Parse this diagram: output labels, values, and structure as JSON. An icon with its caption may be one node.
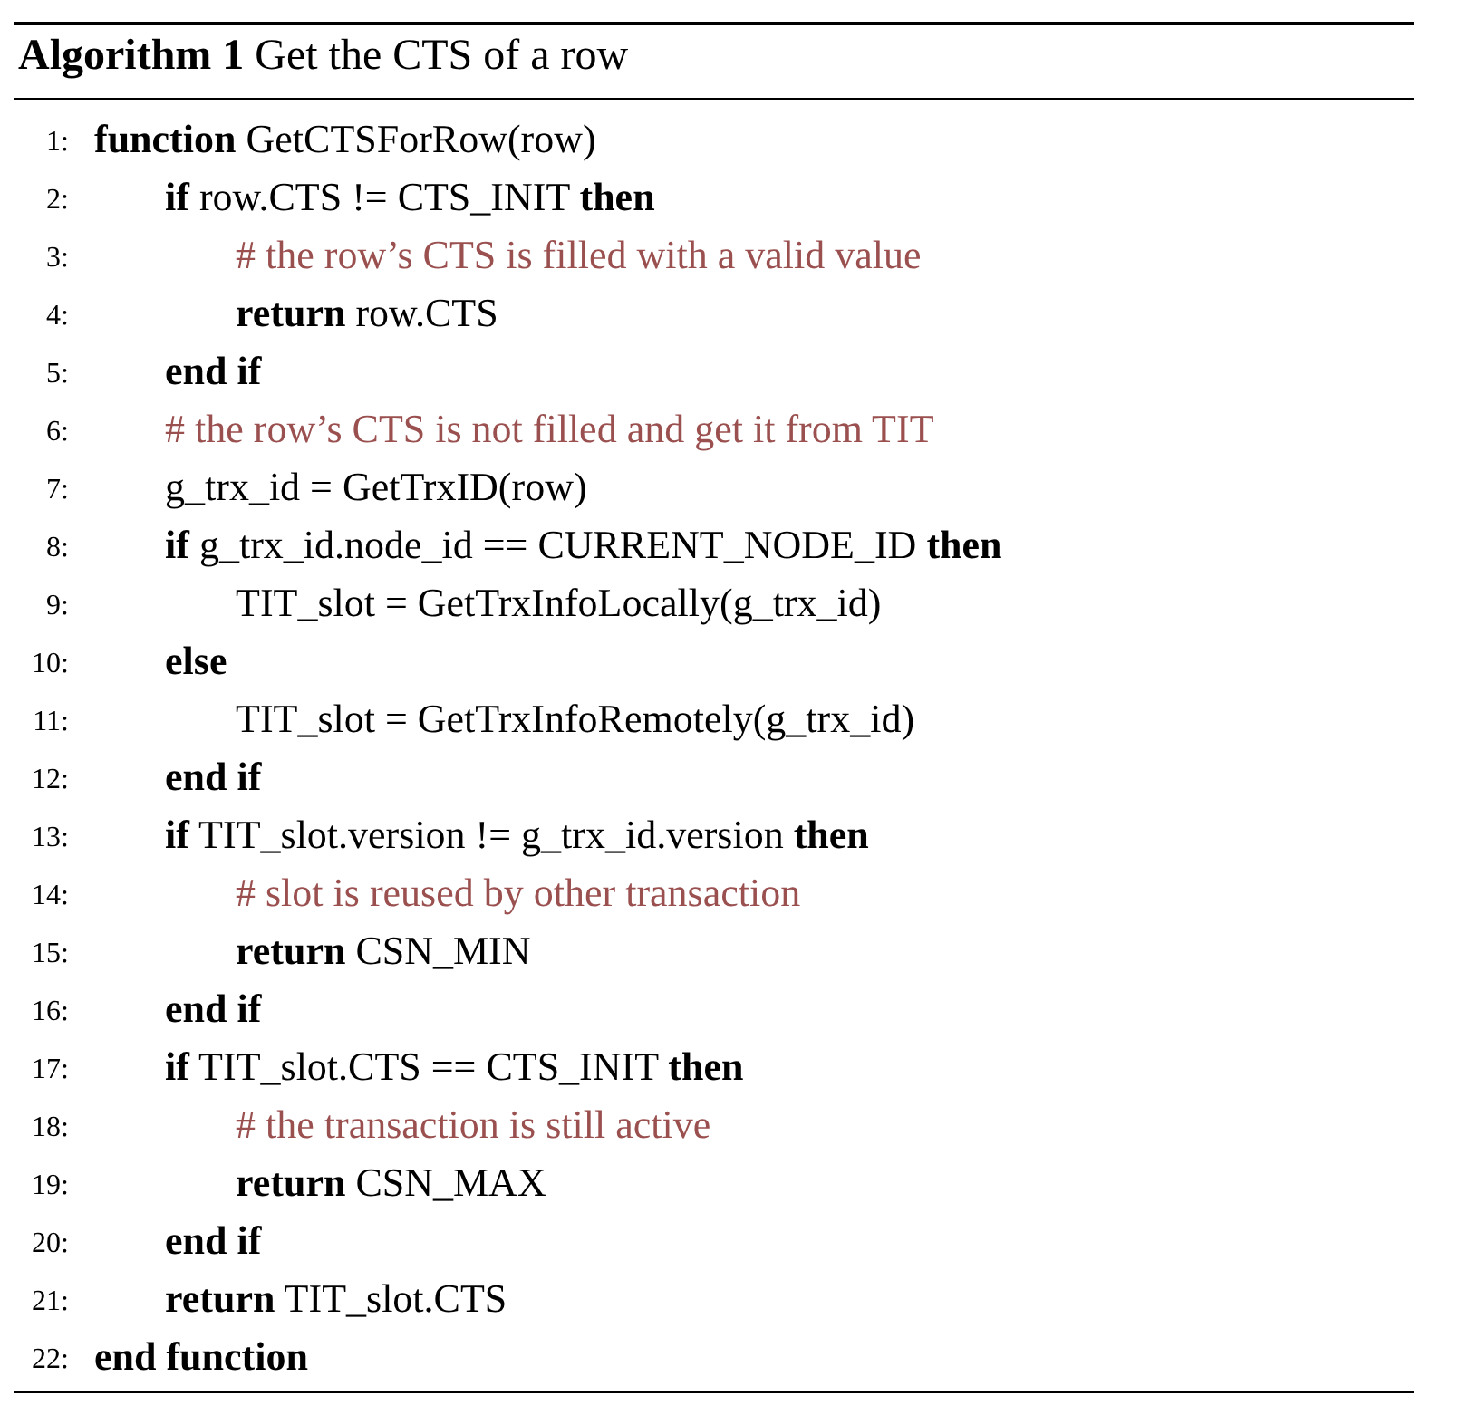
{
  "diagram": {
    "title": "**Algorithm 1** Get the CTS of a row",
    "labels": [
      "1:",
      "**function** GetCTSForRow(row)",
      "2:",
      "**if** row.CTS != CTS_INIT **then**",
      "3:",
      "# the row’s CTS is filled with a valid value",
      "4:",
      "**return** row.CTS",
      "5:",
      "end if",
      "6:",
      "# the row’s CTS is not filled and get it from TIT",
      "7:",
      "g_trx_id = GetTrxID(row)",
      "8:",
      "**if** g_trx_id.node_id == CURRENT_NODE_ID **then**",
      "9:",
      "TIT_slot = GetTrxInfoLocally(g_trx_id)",
      "10:",
      "else",
      "11:",
      "TIT_slot = GetTrxInfoRemotely(g_trx_id)",
      "12:",
      "end if",
      "13:",
      "**if** TIT_slot.version != g_trx_id.version **then**",
      "14:",
      "# slot is reused by other transaction",
      "15:",
      "**return** CSN_MIN",
      "16:",
      "end if",
      "17:",
      "**if** TIT_slot.CTS == CTS_INIT **then**",
      "18:",
      "# the transaction is still active",
      "19:",
      "**return** CSN_MAX",
      "20:",
      "end if",
      "21:",
      "**return** TIT_slot.CTS",
      "22:",
      "end function"
    ]
  }
}
